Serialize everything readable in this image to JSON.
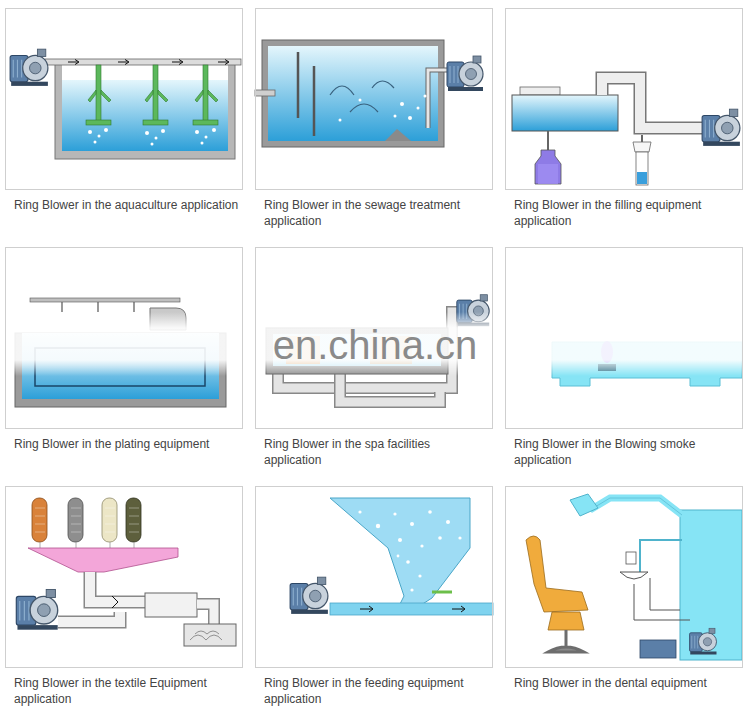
{
  "diagram": {
    "nodes": [
      {
        "text": [
          "Ring Blower in the aquaculture application"
        ]
      },
      {
        "text": [
          "Ring Blower in the sewage treatment application"
        ]
      },
      {
        "text": [
          "Ring Blower in the filling equipment application"
        ]
      },
      {
        "text": [
          "Ring Blower in the plating equipment"
        ]
      },
      {
        "text": [
          "Ring Blower in the spa facilities application"
        ]
      },
      {
        "text": [
          "Ring Blower in the Blowing smoke application"
        ]
      },
      {
        "text": [
          "Ring Blower in the textile Equipment application"
        ]
      },
      {
        "text": [
          "Ring Blower in the feeding equipment application"
        ]
      },
      {
        "text": [
          "Ring Blower in the dental equipment"
        ]
      }
    ],
    "labels": [
      "en.china.cn"
    ]
  }
}
